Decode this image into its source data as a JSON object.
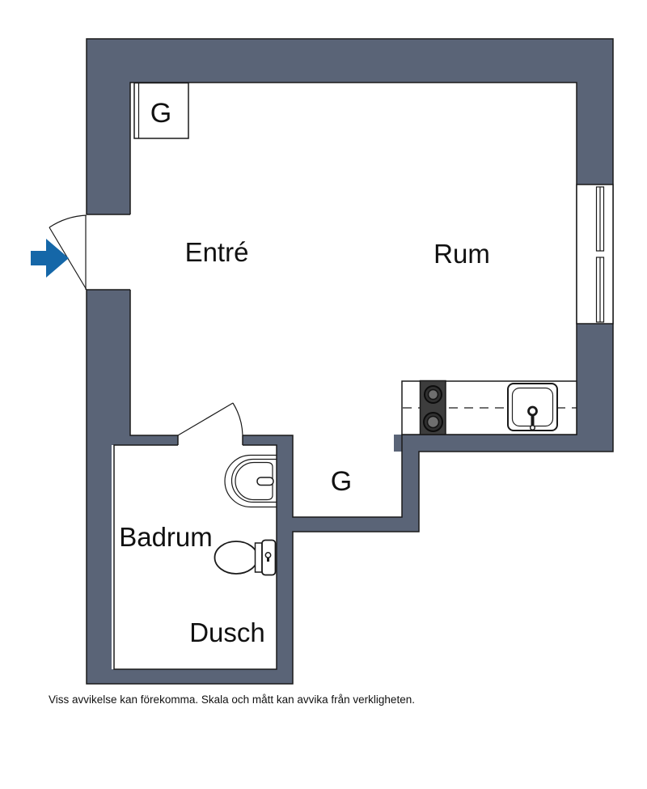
{
  "plan": {
    "title_type": "floorplan",
    "labels": {
      "entre": "Entré",
      "rum": "Rum",
      "badrum": "Badrum",
      "dusch": "Dusch",
      "garderob_entre": "G",
      "garderob_hall": "G"
    },
    "entry": {
      "arrow_icon": "arrow-right"
    }
  },
  "disclaimer": "Viss avvikelse kan förekomma. Skala och mått kan avvika från verkligheten.",
  "colors": {
    "wall": "#5a6477",
    "outline": "#1a1a1a",
    "arrow": "#1567a8",
    "background": "#ffffff",
    "stove_body": "#3d3d3d",
    "burner_ring": "#303030",
    "burner_inner": "#6f6f6f"
  }
}
